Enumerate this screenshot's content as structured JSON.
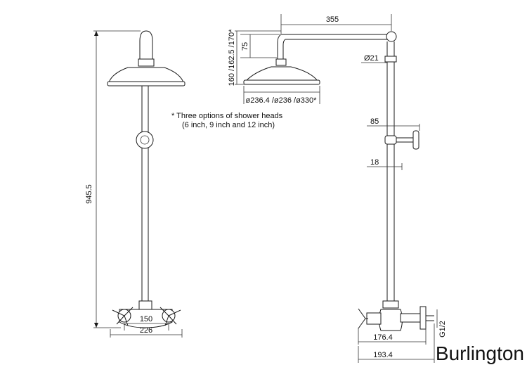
{
  "brand": {
    "name": "Burlington"
  },
  "notes": {
    "line1": "* Three options of shower heads",
    "line2": "(6 inch, 9 inch and 12 inch)"
  },
  "front_view": {
    "dim_height": "945.5",
    "dim_inlet_centres": "150",
    "dim_valve_width": "226"
  },
  "side_view": {
    "dim_arm_length": "355",
    "dim_arm_drop": "75",
    "dim_head_heights": "160 /162.5 /170*",
    "dim_head_diameters": "ø236.4 /ø236 /ø330*",
    "dim_riser_diameter": "Ø21",
    "dim_handset_offset": "85",
    "dim_offset_18": "18",
    "dim_projection_1": "176.4",
    "dim_projection_2": "193.4",
    "dim_thread": "G1/2"
  }
}
